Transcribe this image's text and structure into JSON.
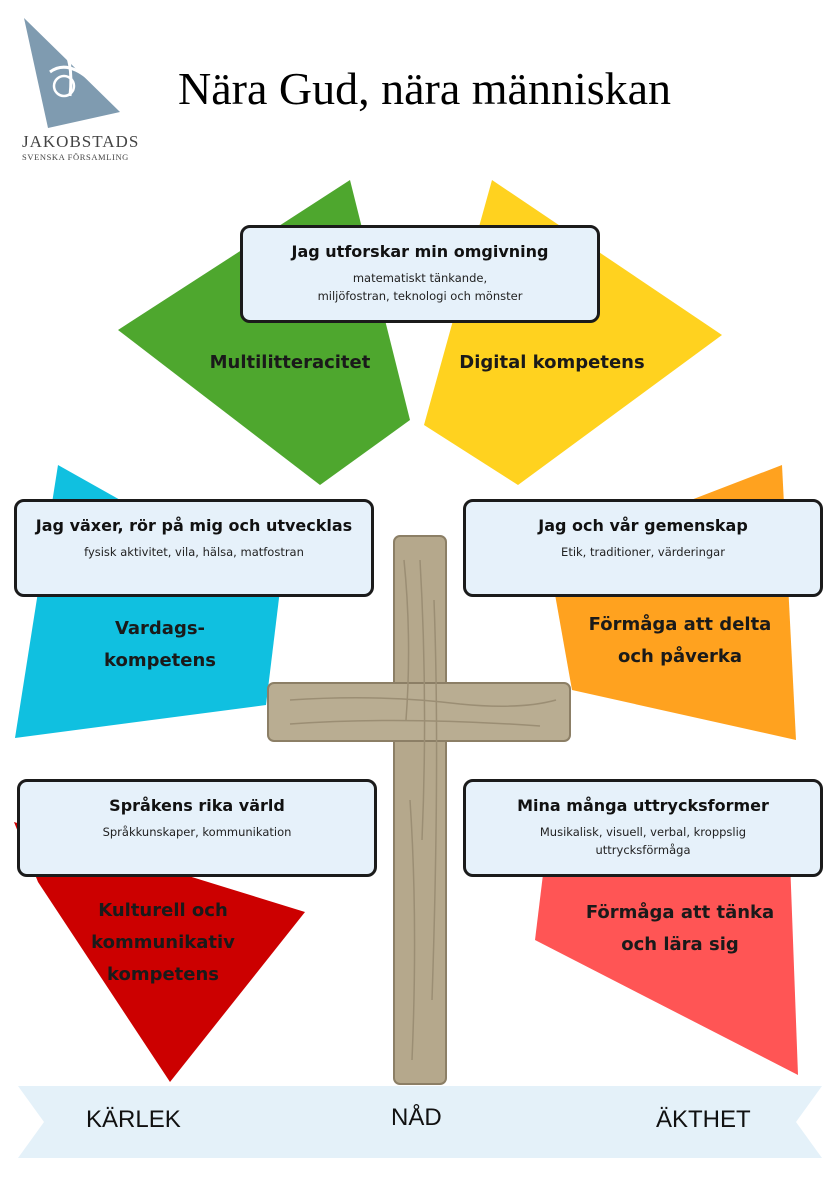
{
  "header": {
    "title": "Nära Gud, nära människan",
    "logo_line1": "JAKOBSTADS",
    "logo_line2": "SVENSKA FÖRSAMLING"
  },
  "boxes": {
    "top": {
      "title": "Jag utforskar min omgivning",
      "line1": "matematiskt tänkande,",
      "line2": "miljöfostran, teknologi och mönster"
    },
    "mid_left": {
      "title": "Jag växer, rör på mig och utvecklas",
      "line1": "fysisk aktivitet, vila, hälsa, matfostran"
    },
    "mid_right": {
      "title": "Jag och vår gemenskap",
      "line1": "Etik, traditioner, värderingar"
    },
    "low_left": {
      "title": "Språkens rika värld",
      "line1": "Språkkunskaper, kommunikation"
    },
    "low_right": {
      "title": "Mina många uttrycksformer",
      "line1": "Musikalisk,  visuell, verbal, kroppslig",
      "line2": "uttrycksförmåga"
    }
  },
  "labels": {
    "green": "Multilitteracitet",
    "yellow": "Digital kompetens",
    "blue_1": "Vardags-",
    "blue_2": "kompetens",
    "orange_1": "Förmåga att delta",
    "orange_2": "och påverka",
    "red_1": "Kulturell och",
    "red_2": "kommunikativ",
    "red_3": "kompetens",
    "coral_1": "Förmåga att tänka",
    "coral_2": "och lära sig"
  },
  "ribbon": {
    "left": "KÄRLEK",
    "center": "NÅD",
    "right": "ÄKTHET"
  },
  "colors": {
    "green": "#4ea72e",
    "yellow": "#ffd21f",
    "blue": "#10c0e0",
    "orange": "#ffa21f",
    "red": "#cc0000",
    "coral": "#ff5555",
    "box_fill": "#e6f1fa",
    "ribbon": "#e4f1f9",
    "wood": "#b5a88c"
  }
}
